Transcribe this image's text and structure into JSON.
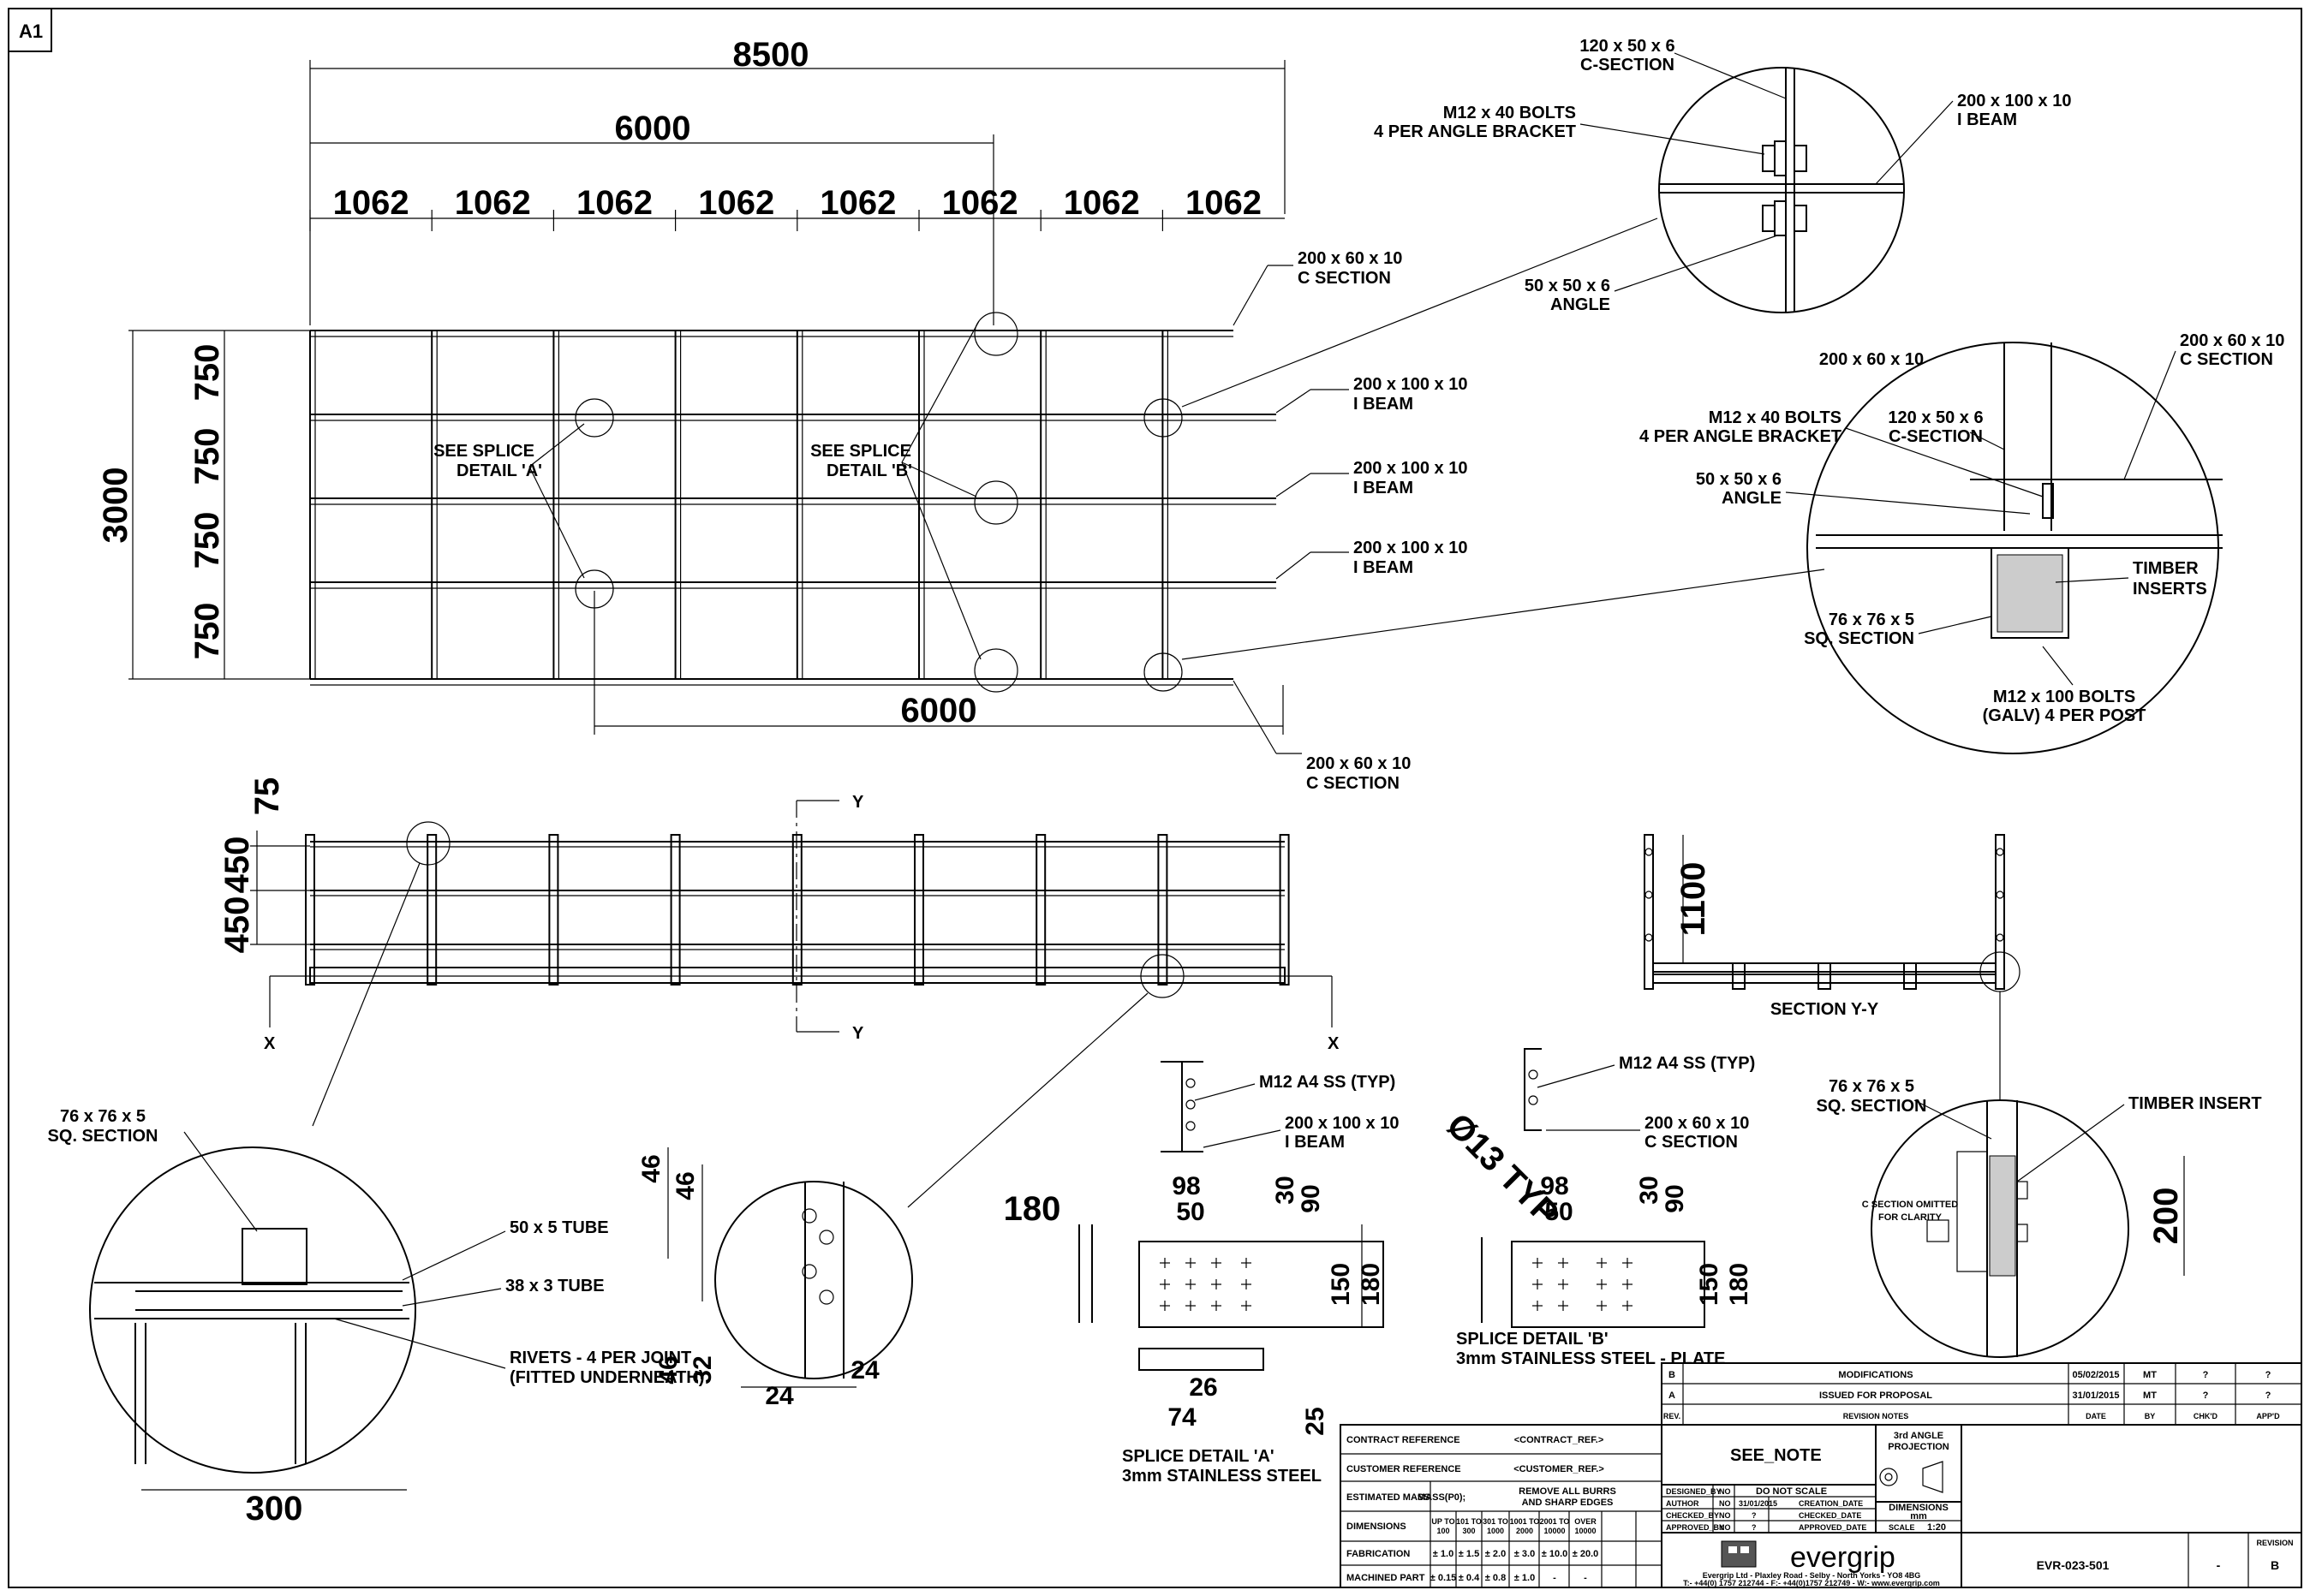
{
  "sheet": {
    "size": "A1"
  },
  "plan": {
    "overall": "8500",
    "span": "6000",
    "bay": "1062",
    "width": "3000",
    "row": "750",
    "bottom_span": "6000",
    "labels": {
      "c_top": [
        "200 x 60 x 10",
        "C SECTION"
      ],
      "ib1": [
        "200 x 100 x 10",
        "I BEAM"
      ],
      "ib2": [
        "200 x 100 x 10",
        "I BEAM"
      ],
      "ib3": [
        "200 x 100 x 10",
        "I BEAM"
      ],
      "c_bot": [
        "200 x 60 x 10",
        "C SECTION"
      ],
      "splice_a": [
        "SEE SPLICE",
        "DETAIL 'A'"
      ],
      "splice_b": [
        "SEE SPLICE",
        "DETAIL 'B'"
      ]
    }
  },
  "detail_top": {
    "c120": [
      "120 x 50 x 6",
      "C-SECTION"
    ],
    "ibeam": [
      "200 x 100 x 10",
      "I BEAM"
    ],
    "bolts": [
      "M12 x 40 BOLTS",
      "4 PER ANGLE BRACKET"
    ],
    "angle": [
      "50 x 50 x 6",
      "ANGLE"
    ]
  },
  "detail_mid": {
    "c200": [
      "200 x 60 x 10",
      "C SECTION"
    ],
    "bolts": [
      "M12 x 40 BOLTS",
      "4 PER ANGLE BRACKET"
    ],
    "c120": [
      "120 x 50 x 6",
      "C-SECTION"
    ],
    "angle": [
      "50 x 50 x 6",
      "ANGLE"
    ],
    "timber": [
      "TIMBER",
      "INSERTS"
    ],
    "sq": [
      "76 x 76 x 5",
      "SQ. SECTION"
    ],
    "bolts100": [
      "M12 x 100 BOLTS",
      "(GALV) 4 PER POST"
    ]
  },
  "elevation": {
    "d75": "75",
    "d450a": "450",
    "d450b": "450",
    "x": "X",
    "y": "Y"
  },
  "section_yy": {
    "height": "1100",
    "title": "SECTION Y-Y"
  },
  "detail_rail": {
    "sq": [
      "76 x 76 x 5",
      "SQ. SECTION"
    ],
    "tube50": "50 x 5 TUBE",
    "tube38": "38 x 3 TUBE",
    "rivets": [
      "RIVETS - 4 PER JOINT",
      "(FITTED UNDERNEATH)"
    ],
    "width": "300"
  },
  "detail_holes": {
    "d1": "46",
    "d2": "46",
    "d3": "46",
    "d4": "32",
    "d5": "24",
    "d6": "24"
  },
  "splice_a": {
    "bolt": "M12 A4 SS (TYP)",
    "beam": [
      "200 x 100 x 10",
      "I BEAM"
    ],
    "d180": "180",
    "d98": "98",
    "d50": "50",
    "d30": "30",
    "d90": "90",
    "d150": "150",
    "d180b": "180",
    "d26": "26",
    "d74": "74",
    "d25": "25",
    "title": [
      "SPLICE DETAIL 'A'",
      "3mm STAINLESS STEEL"
    ]
  },
  "splice_b": {
    "bolt": "M12 A4 SS (TYP)",
    "beam": [
      "200 x 60 x 10",
      "C SECTION"
    ],
    "hole": "Ø13 TYP",
    "d98": "98",
    "d50": "50",
    "d30": "30",
    "d90": "90",
    "d150": "150",
    "d180": "180",
    "title": [
      "SPLICE DETAIL 'B'",
      "3mm STAINLESS STEEL - PLATE"
    ]
  },
  "detail_post": {
    "sq": [
      "76 x 76 x 5",
      "SQ. SECTION"
    ],
    "timber": "TIMBER INSERT",
    "omit": [
      "C SECTION OMITTED",
      "FOR CLARITY"
    ],
    "h": "200"
  },
  "titleblock": {
    "revisions": [
      {
        "rev": "B",
        "note": "MODIFICATIONS",
        "date": "05/02/2015",
        "by": "MT",
        "chkd": "?",
        "appd": "?"
      },
      {
        "rev": "A",
        "note": "ISSUED FOR PROPOSAL",
        "date": "31/01/2015",
        "by": "MT",
        "chkd": "?",
        "appd": "?"
      }
    ],
    "rev_header": {
      "rev": "REV.",
      "note": "REVISION NOTES",
      "date": "DATE",
      "by": "BY",
      "chkd": "CHK'D",
      "appd": "APP'D"
    },
    "contract_ref": "CONTRACT REFERENCE",
    "contract_val": "<CONTRACT_REF.>",
    "customer_ref": "CUSTOMER REFERENCE",
    "customer_val": "<CUSTOMER_REF.>",
    "mass": "ESTIMATED MASS",
    "mass_val": "MASS(P0);",
    "burrs": [
      "REMOVE ALL BURRS",
      "AND SHARP EDGES"
    ],
    "dimensions": "DIMENSIONS",
    "ranges": [
      [
        "UP TO",
        "100"
      ],
      [
        "101 TO",
        "300"
      ],
      [
        "301 TO",
        "1000"
      ],
      [
        "1001 TO",
        "2000"
      ],
      [
        "2001 TO",
        "10000"
      ],
      [
        "OVER",
        "10000"
      ]
    ],
    "fabrication": "FABRICATION",
    "fab_vals": [
      "± 1.0",
      "± 1.5",
      "± 2.0",
      "± 3.0",
      "± 10.0",
      "± 20.0"
    ],
    "machined": "MACHINED PART",
    "mach_vals": [
      "± 0.15",
      "± 0.4",
      "± 0.8",
      "± 1.0",
      "-",
      "-"
    ],
    "see_note": "SEE_NOTE",
    "projection": [
      "3rd ANGLE",
      "PROJECTION"
    ],
    "do_not_scale": "DO NOT SCALE",
    "designed": "DESIGNED_BY",
    "designed_v": "NO",
    "author": "AUTHOR",
    "author_v": "NO",
    "author_date": "31/01/2015",
    "creation": "CREATION_DATE",
    "checked": "CHECKED_BY",
    "checked_v": "NO",
    "checked_q": "?",
    "checked_date": "CHECKED_DATE",
    "approved": "APPROVED_BY",
    "approved_v": "NO",
    "approved_q": "?",
    "approved_date": "APPROVED_DATE",
    "dims_label": "DIMENSIONS",
    "dims_unit": "mm",
    "scale_label": "SCALE",
    "scale_val": "1:20",
    "company": "evergrip",
    "address": "Evergrip Ltd - Plaxley Road - Selby - North Yorks - YO8 4BG",
    "contact": "T:- +44(0) 1757 212744 - F:- +44(0)1757 212749 - W:- www.evergrip.com",
    "drawing_no": "EVR-023-501",
    "sheet_dash": "-",
    "revision_label": "REVISION",
    "revision": "B"
  }
}
